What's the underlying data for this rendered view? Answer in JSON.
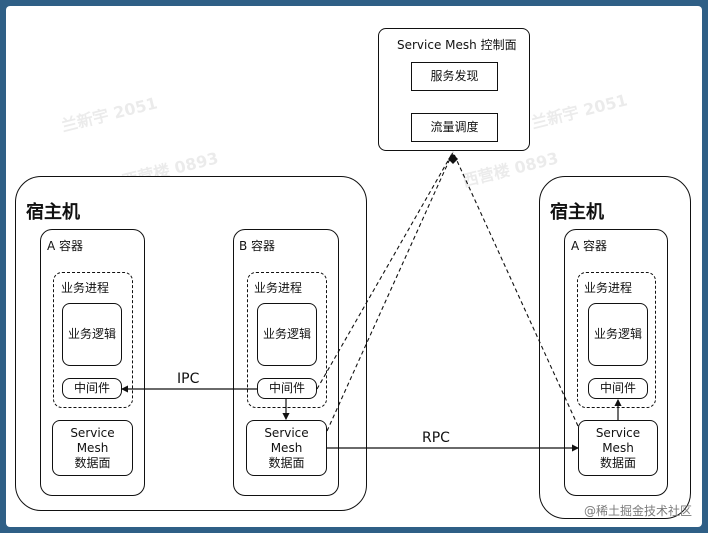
{
  "control_plane": {
    "title": "Service Mesh 控制面",
    "items": [
      "服务发现",
      "流量调度"
    ]
  },
  "hosts": [
    {
      "title": "宿主机",
      "containers": [
        {
          "title": "A 容器",
          "process_title": "业务进程",
          "logic": "业务逻辑",
          "middleware": "中间件",
          "dataplane": [
            "Service",
            "Mesh",
            "数据面"
          ]
        },
        {
          "title": "B 容器",
          "process_title": "业务进程",
          "logic": "业务逻辑",
          "middleware": "中间件",
          "dataplane": [
            "Service",
            "Mesh",
            "数据面"
          ]
        }
      ]
    },
    {
      "title": "宿主机",
      "containers": [
        {
          "title": "A 容器",
          "process_title": "业务进程",
          "logic": "业务逻辑",
          "middleware": "中间件",
          "dataplane": [
            "Service",
            "Mesh",
            "数据面"
          ]
        }
      ]
    }
  ],
  "edges": {
    "ipc": "IPC",
    "rpc": "RPC"
  },
  "watermarks": [
    "兰新宇 2051",
    "西营楼 0893",
    "兰新宇 2051",
    "西营楼 0893",
    "兰新宇 2051"
  ],
  "footer": "@稀土掘金技术社区"
}
